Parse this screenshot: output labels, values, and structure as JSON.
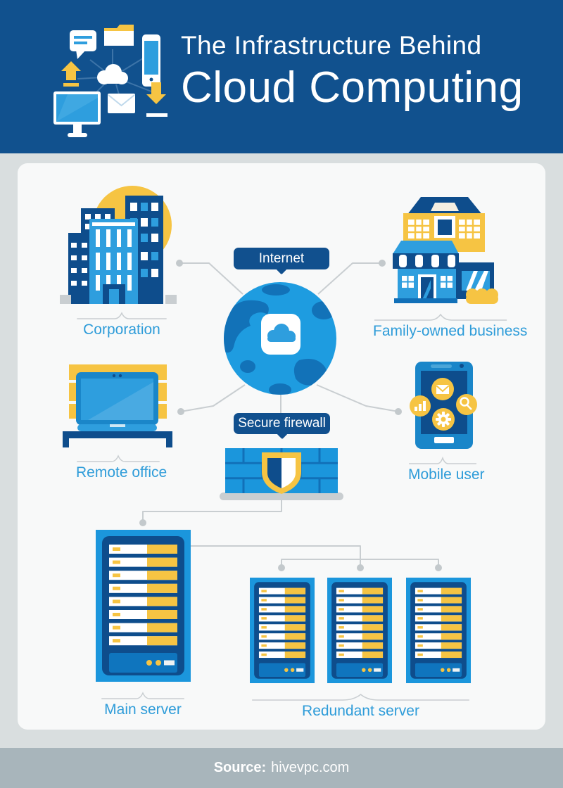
{
  "header": {
    "title_line1": "The Infrastructure Behind",
    "title_line2": "Cloud Computing",
    "icons": [
      "chat-bubble",
      "folder",
      "smartphone",
      "upload-arrow",
      "cloud",
      "download-arrow",
      "monitor",
      "envelope"
    ]
  },
  "diagram": {
    "internet_badge": "Internet",
    "firewall_badge": "Secure firewall",
    "hub_icon": "globe-cloud",
    "firewall_icon": "brick-wall-shield",
    "nodes": [
      {
        "id": "corporation",
        "label": "Corporation"
      },
      {
        "id": "family-owned-business",
        "label": "Family-owned business"
      },
      {
        "id": "remote-office",
        "label": "Remote office"
      },
      {
        "id": "mobile-user",
        "label": "Mobile user"
      },
      {
        "id": "main-server",
        "label": "Main server"
      },
      {
        "id": "redundant-server",
        "label": "Redundant server"
      }
    ],
    "redundant_server_count": 3
  },
  "footer": {
    "source_label": "Source:",
    "source_value": "hivevpc.com"
  },
  "colors": {
    "header_bg": "#11518E",
    "navy": "#0E4D8C",
    "bright_blue": "#1B96DC",
    "sky_blue": "#2E9EDE",
    "globe_blue": "#1E9CE0",
    "continent_blue": "#1272B8",
    "yellow": "#F6C443",
    "label_blue": "#2E9CD9",
    "connector_gray": "#C9CED1",
    "card_bg": "#F8F9F9",
    "page_bg": "#D9DEDF",
    "footer_bg": "#A8B5BB"
  }
}
